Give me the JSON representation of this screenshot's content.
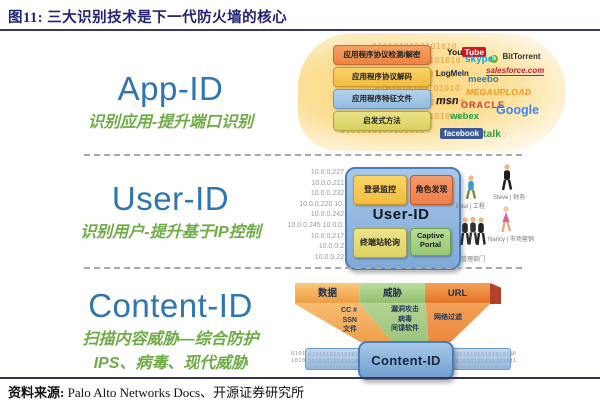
{
  "header": {
    "fig_label": "图11:",
    "title": "三大识别技术是下一代防火墙的核心"
  },
  "footer": {
    "source_label": "资料来源:",
    "source_text": "Palo Alto Networks Docs、开源证券研究所"
  },
  "colors": {
    "header_navy": "#222278",
    "section_title_blue": "#2E75B6",
    "subtitle_green": "#6FAC46",
    "appid_layer_orange": "#EC8440",
    "appid_layer_gold": "#F2BC3F",
    "appid_layer_blue": "#93BCE0",
    "appid_layer_olive": "#D9D05F",
    "userid_container_blue": "#7FA9D6",
    "captive_green": "#97C874",
    "funnel_orange": "#F0993E",
    "funnel_green": "#8FBE6A",
    "funnel_dark_red": "#B5402A",
    "pipe_blue": "#6E9FD0"
  },
  "sections": {
    "app_id": {
      "title": "App-ID",
      "subtitle": "识别应用-提升端口识别",
      "layers": [
        "应用程序协议检测/解密",
        "应用程序协议解码",
        "应用程序特征文件",
        "启发式方法"
      ],
      "binary": "0101010100101010",
      "logos": {
        "youtube_part1": "You",
        "youtube_part2": "Tube",
        "bittorrent": "BitTorrent",
        "bittorrent_dot": "b",
        "skype": "skype",
        "salesforce": "salesforce.com",
        "logmein": "LogMeIn",
        "meebo": "meebo",
        "msn": "msn",
        "msn_fly": "✳",
        "megaupload": "MEGAUPLOAD",
        "oracle": "ORACLE",
        "google": "Google",
        "webex": "webex",
        "facebook": "facebook",
        "talk": "talk",
        "talk_bubble": "💬"
      }
    },
    "user_id": {
      "title": "User-ID",
      "subtitle": "识别用户-提升基于IP控制",
      "ips": [
        "10.0.0.227",
        "10.0.0.211",
        "10.0.0.232",
        "10.0.0.220 10.",
        "10.0.0.242",
        "10.0.0.245 10.0.0.",
        "10.0.0.217",
        "10.0.0.2",
        "10.0.0.22"
      ],
      "box_label": "User-ID",
      "cells": {
        "login": "登录监控",
        "role": "角色发现",
        "poll": "终端站轮询",
        "captive": "Captive Portal"
      },
      "people": {
        "paul": "Paul | 工程",
        "steve": "Steve | 财务",
        "nancy": "Nancy | 市场营销",
        "group": "管理部门"
      }
    },
    "content_id": {
      "title": "Content-ID",
      "subtitle_line1": "扫描内容威胁—综合防护",
      "subtitle_line2": "IPS、病毒、现代威胁",
      "columns": [
        {
          "header": "数据",
          "items": [
            "CC #",
            "SSN",
            "文件"
          ]
        },
        {
          "header": "威胁",
          "items": [
            "漏洞攻击",
            "病毒",
            "间谍软件"
          ]
        },
        {
          "header": "URL",
          "items": [
            "网络过滤"
          ]
        }
      ],
      "pipe_label": "Content-ID",
      "binary_row1": "01010101010101010",
      "binary_row2": "10101010101010101"
    }
  }
}
